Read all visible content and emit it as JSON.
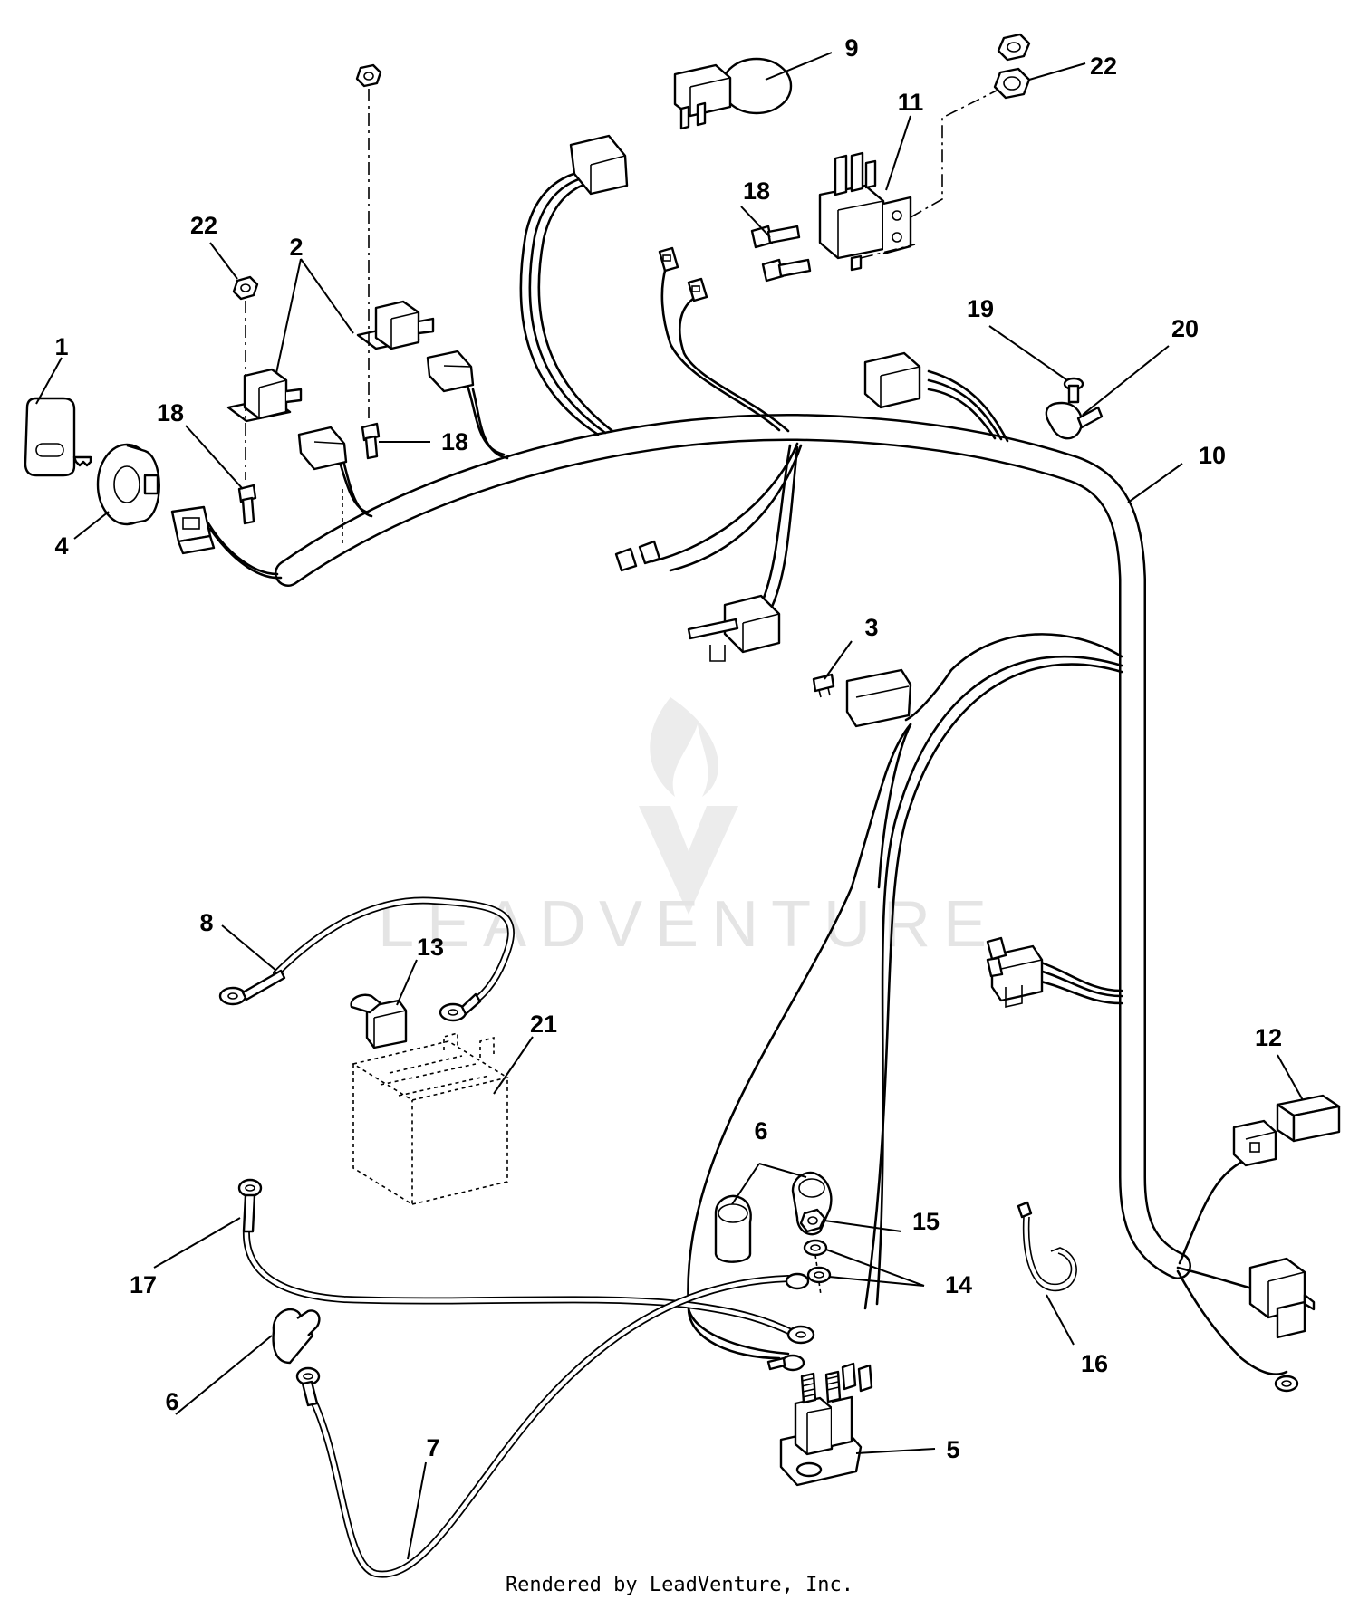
{
  "diagram": {
    "callouts": [
      {
        "id": "c1",
        "label": "1"
      },
      {
        "id": "c2",
        "label": "2"
      },
      {
        "id": "c3",
        "label": "3"
      },
      {
        "id": "c4",
        "label": "4"
      },
      {
        "id": "c5",
        "label": "5"
      },
      {
        "id": "c6a",
        "label": "6"
      },
      {
        "id": "c6b",
        "label": "6"
      },
      {
        "id": "c7",
        "label": "7"
      },
      {
        "id": "c8",
        "label": "8"
      },
      {
        "id": "c9",
        "label": "9"
      },
      {
        "id": "c10",
        "label": "10"
      },
      {
        "id": "c11",
        "label": "11"
      },
      {
        "id": "c12",
        "label": "12"
      },
      {
        "id": "c13",
        "label": "13"
      },
      {
        "id": "c14",
        "label": "14"
      },
      {
        "id": "c15",
        "label": "15"
      },
      {
        "id": "c16",
        "label": "16"
      },
      {
        "id": "c17",
        "label": "17"
      },
      {
        "id": "c18a",
        "label": "18"
      },
      {
        "id": "c18b",
        "label": "18"
      },
      {
        "id": "c18c",
        "label": "18"
      },
      {
        "id": "c19",
        "label": "19"
      },
      {
        "id": "c20",
        "label": "20"
      },
      {
        "id": "c21",
        "label": "21"
      },
      {
        "id": "c22a",
        "label": "22"
      },
      {
        "id": "c22b",
        "label": "22"
      }
    ]
  },
  "watermark": {
    "text": "LEADVENTURE"
  },
  "footer": {
    "text": "Rendered by LeadVenture, Inc."
  },
  "colors": {
    "line": "#000000",
    "background": "#ffffff",
    "watermark": "#e4e4e4"
  }
}
